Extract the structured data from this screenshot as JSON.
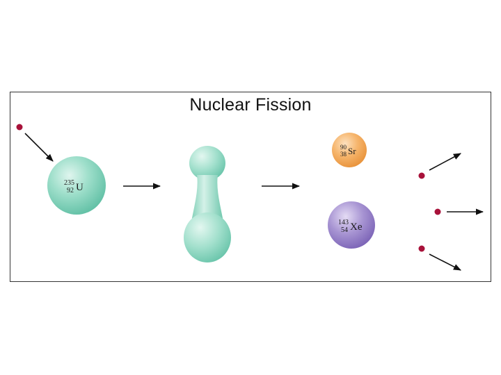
{
  "title": "Nuclear Fission",
  "colors": {
    "uranium": "#7ccfb8",
    "droplet": "#8ad6c1",
    "strontium": "#f2a24b",
    "xenon": "#9a82c9",
    "neutron": "#a8123a",
    "arrow": "#111111",
    "frame": "#333333"
  },
  "nuclei": {
    "uranium": {
      "mass": "235",
      "atomic": "92",
      "symbol": "U"
    },
    "strontium": {
      "mass": "90",
      "atomic": "38",
      "symbol": "Sr"
    },
    "xenon": {
      "mass": "143",
      "atomic": "54",
      "symbol": "Xe"
    }
  }
}
